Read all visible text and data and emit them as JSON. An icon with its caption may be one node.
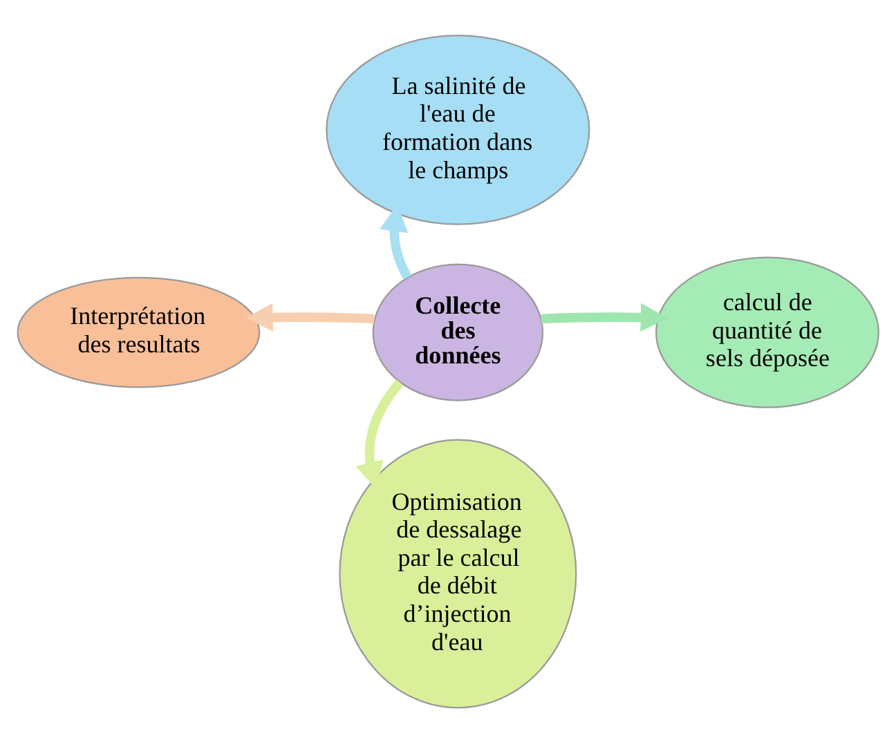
{
  "diagram": {
    "nodes": [
      {
        "text": [
          "La salinité de l'eau de formation dans le champs"
        ]
      },
      {
        "text": [
          "Interprétation des resultats"
        ]
      },
      {
        "text": [
          "Collecte des données"
        ]
      },
      {
        "text": [
          "calcul de quantité de sels déposée"
        ]
      },
      {
        "text": [
          "Optimisation de dessalage par le calcul de débit d’injection d'eau"
        ]
      }
    ],
    "edges": [
      {
        "from": 2,
        "to": 0,
        "arrow": "to",
        "color": "#a9dff2"
      },
      {
        "from": 2,
        "to": 1,
        "arrow": "to",
        "color": "#f7cfb0"
      },
      {
        "from": 2,
        "to": 3,
        "arrow": "to",
        "color": "#9ee6ae"
      },
      {
        "from": 2,
        "to": 4,
        "arrow": "to",
        "color": "#d8ef9c"
      }
    ]
  }
}
